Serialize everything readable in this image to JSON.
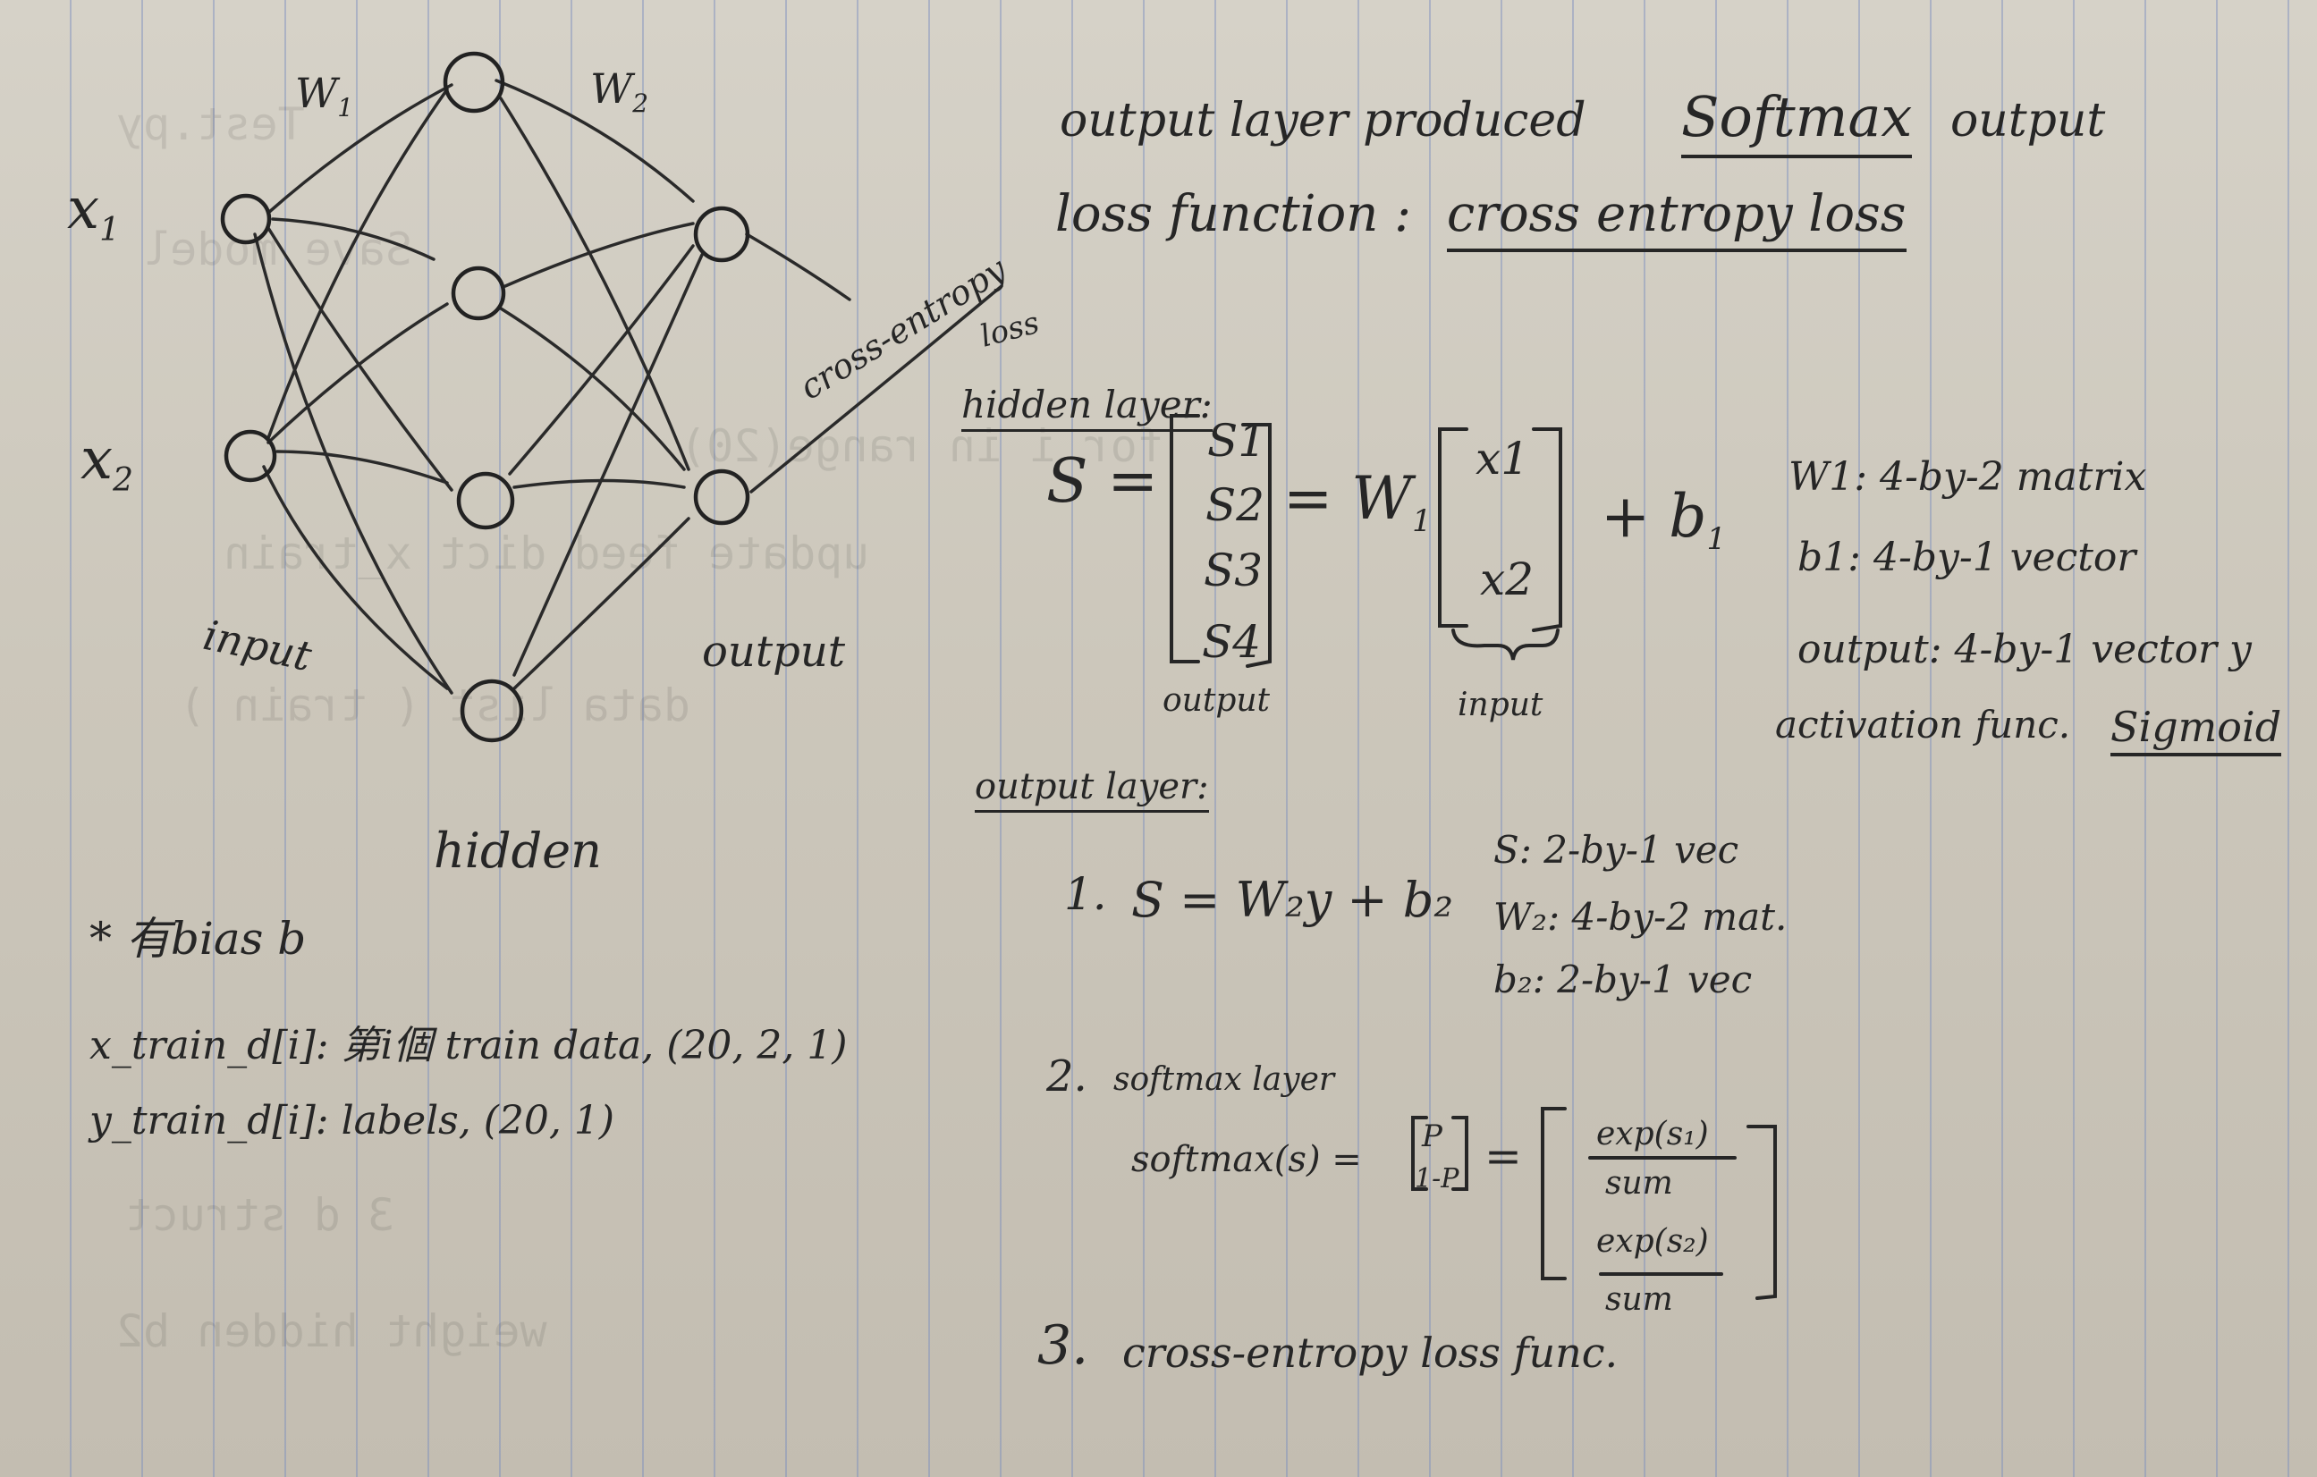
{
  "diagram": {
    "weight_1": "W",
    "weight_1_sub": "1",
    "weight_2": "W",
    "weight_2_sub": "2",
    "input_x1": "x",
    "input_x1_sub": "1",
    "input_x2": "x",
    "input_x2_sub": "2",
    "input_label": "input",
    "hidden_label": "hidden",
    "output_label": "output",
    "loss_label": "cross-entropy",
    "loss_label_2": "loss"
  },
  "notes": {
    "line1_text": "output layer produced",
    "line1_emph": "Softmax",
    "line1_tail": "output",
    "line2_text": "loss function :",
    "line2_emph": "cross entropy loss"
  },
  "hidden_layer": {
    "heading": "hidden layer:",
    "lhs": "S =",
    "s_entries": [
      "S1",
      "S2",
      "S3",
      "S4"
    ],
    "eq_w": "= W",
    "eq_w_sub": "1",
    "x_entries": [
      "x1",
      "x2"
    ],
    "plus_b": "+ b",
    "plus_b_sub": "1",
    "output_caption": "output",
    "input_caption": "input",
    "specs": [
      "W1: 4-by-2  matrix",
      "b1: 4-by-1  vector",
      "output: 4-by-1 vector y",
      "activation func."
    ],
    "sigmoid": "Sigmoid"
  },
  "output_layer": {
    "heading": "output layer:",
    "step1_num": "1.",
    "step1_eq": "S = W₂y + b₂",
    "specs": [
      "S: 2-by-1  vec",
      "W₂: 4-by-2  mat.",
      "b₂: 2-by-1  vec"
    ],
    "step2_num": "2.",
    "step2_label": "softmax layer",
    "softmax_lhs": "softmax(s) =",
    "p_top": "P",
    "p_bottom": "1-P",
    "eq_sign": "=",
    "frac1_num": "exp(s₁)",
    "frac1_den": "sum",
    "frac2_num": "exp(s₂)",
    "frac2_den": "sum",
    "step3_num": "3.",
    "step3_label": "cross-entropy  loss  func."
  },
  "left_notes": {
    "bias": "* 有bias  b",
    "x_train": "x_train_d[i]: 第i個 train data, (20, 2, 1)",
    "y_train": "y_train_d[i]: labels,  (20, 1)"
  },
  "show_through": [
    "Test.py",
    "Save model",
    "for i in range(20)",
    "update  feed dict  x_train",
    "data  list  ( train )",
    "3   d   struct",
    "weight  hidden  b2"
  ],
  "colors": {
    "ink": "#262626",
    "paper": "#cfcabf",
    "rule": "#7f93bf"
  }
}
